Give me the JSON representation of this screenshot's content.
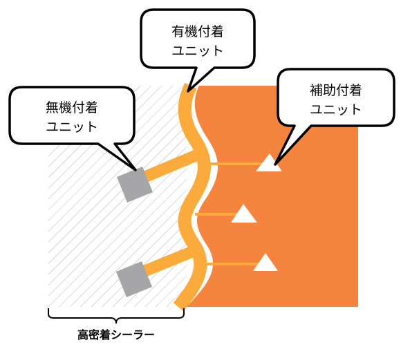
{
  "labels": {
    "inorganic": [
      "無機付着",
      "ユニット"
    ],
    "organic": [
      "有機付着",
      "ユニット"
    ],
    "auxiliary": [
      "補助付着",
      "ユニット"
    ],
    "sealer": "高密着シーラー"
  },
  "colors": {
    "substrate": "#f4843e",
    "wavy_layer": "#fbab3b",
    "connector": "#fbab3b",
    "inorganic_block": "#a6a6a8",
    "hatch": "#b3b3b3",
    "bubble_fill": "#ffffff",
    "bubble_stroke": "#000000",
    "triangle": "#ffffff"
  }
}
